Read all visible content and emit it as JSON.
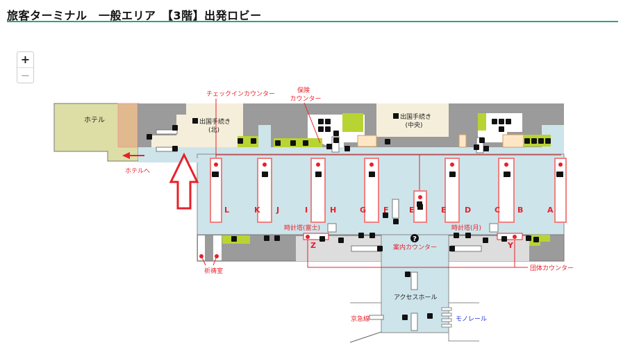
{
  "header": {
    "title": "旅客ターミナル　一般エリア　【3階】出発ロビー"
  },
  "zoom_controls": {
    "zoom_in": "+",
    "zoom_out": "−"
  },
  "colors": {
    "accent": "#2aa57a",
    "label_red": "#e8202a",
    "monorail_blue": "#2233dd",
    "concourse": "#cde4ea",
    "building": "#9b9b9b",
    "hotel": "#dcdea6",
    "shop": "#b8d432",
    "procedure": "#f5eedb"
  },
  "map": {
    "hotel": "ホテル",
    "to_hotel": "ホテルへ",
    "checkin_counter": "チェックインカウンター",
    "insurance_counter_line1": "保険",
    "insurance_counter_line2": "カウンター",
    "departure_north_line1": "出国手続き",
    "departure_north_line2": "(北)",
    "departure_central_line1": "出国手続き",
    "departure_central_line2": "(中央)",
    "counters": [
      "L",
      "K",
      "J",
      "I",
      "H",
      "G",
      "F",
      "E",
      "E",
      "D",
      "C",
      "B",
      "A"
    ],
    "clock_tower_fuji": "時計塔(富士)",
    "clock_tower_moon": "時計塔(月)",
    "info_counter": "案内カウンター",
    "group_counter": "団体カウンター",
    "counter_z": "Z",
    "counter_y": "Y",
    "prayer_room": "祈祷室",
    "access_hall": "アクセスホール",
    "keikyu_line": "京急線",
    "monorail": "モノレール",
    "info_icon": "?"
  }
}
